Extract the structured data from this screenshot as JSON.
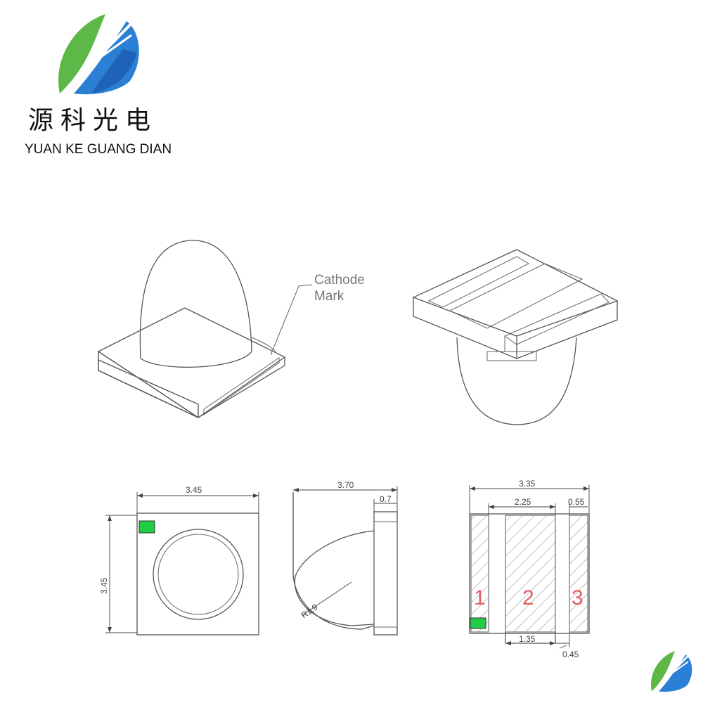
{
  "brand": {
    "name_cn": "源科光电",
    "name_en": "YUAN KE GUANG DIAN"
  },
  "callout": {
    "line1": "Cathode",
    "line2": "Mark"
  },
  "top_view": {
    "width_label": "3.45",
    "height_label": "3.45"
  },
  "side_view": {
    "length_label": "3.70",
    "base_label": "0.7",
    "radius_label": "R1.9"
  },
  "bottom_view": {
    "overall_label": "3.35",
    "center_pad_label": "2.25",
    "side_pad_label": "0.55",
    "bottom_center_label": "1.35",
    "bottom_gap_label": "0.45",
    "pins": [
      "1",
      "2",
      "3"
    ]
  },
  "colors": {
    "cathode_mark": "#22cc44",
    "pin_label": "#e06060",
    "logo_green": "#5db848",
    "logo_blue": "#2b7fd4"
  }
}
